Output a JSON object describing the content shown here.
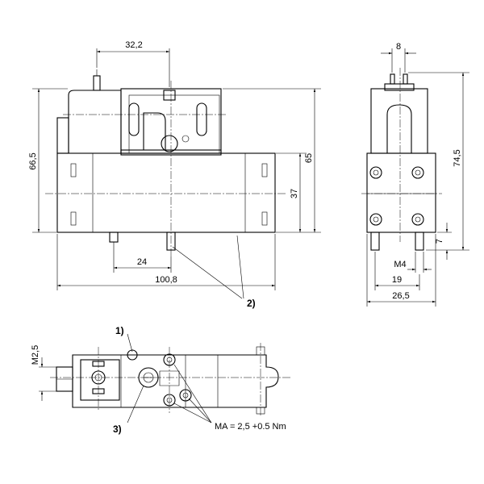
{
  "dimensions": {
    "front_top_width": "32,2",
    "front_height_total": "66,5",
    "front_height_right": "65",
    "front_body_height": "37",
    "front_pin_offset": "24",
    "front_length": "100,8",
    "side_top_width": "8",
    "side_height": "74,5",
    "side_pin_height": "7",
    "side_thread": "M4",
    "side_pin_spacing": "19",
    "side_width": "26,5",
    "top_thread": "M2,5"
  },
  "callouts": {
    "c1": "1)",
    "c2": "2)",
    "c3": "3)"
  },
  "torque_note": "MA = 2,5 +0.5 Nm"
}
